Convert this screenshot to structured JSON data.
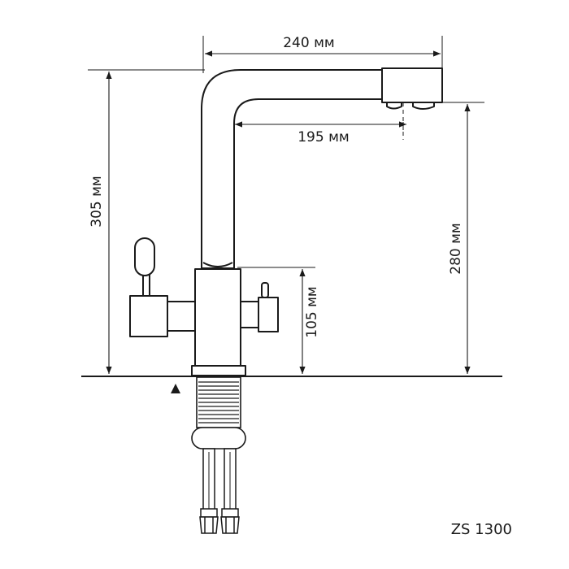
{
  "dimensions": {
    "total_reach": "240 мм",
    "spout_reach": "195 мм",
    "total_height": "305 мм",
    "spout_height": "280 мм",
    "body_height": "105 мм"
  },
  "model": "ZS 1300",
  "colors": {
    "line": "#1a1a1a",
    "fill": "#ffffff"
  }
}
